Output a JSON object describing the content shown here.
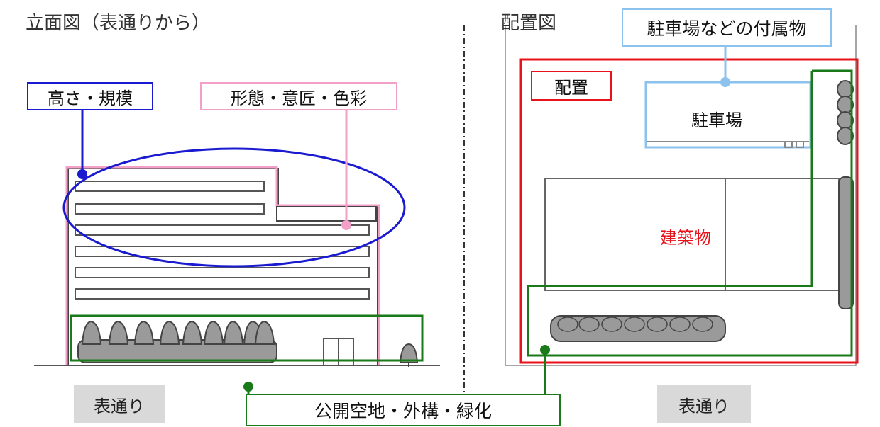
{
  "left": {
    "title": "立面図（表通りから）",
    "label_height": "高さ・規模",
    "label_form": "形態・意匠・色彩",
    "street": "表通り"
  },
  "right": {
    "title": "配置図",
    "label_parking_accessory": "駐車場などの付属物",
    "label_layout": "配置",
    "parking": "駐車場",
    "building": "建築物",
    "street": "表通り"
  },
  "shared": {
    "label_openspace": "公開空地・外構・緑化"
  },
  "colors": {
    "blue": "#1a1ad0",
    "pink": "#f2a0c8",
    "green": "#1a7a1a",
    "red": "#e8121a",
    "lightblue": "#8cc2ee",
    "gray_fill": "#9a9a9a",
    "label_bg": "#d9d9d9"
  }
}
